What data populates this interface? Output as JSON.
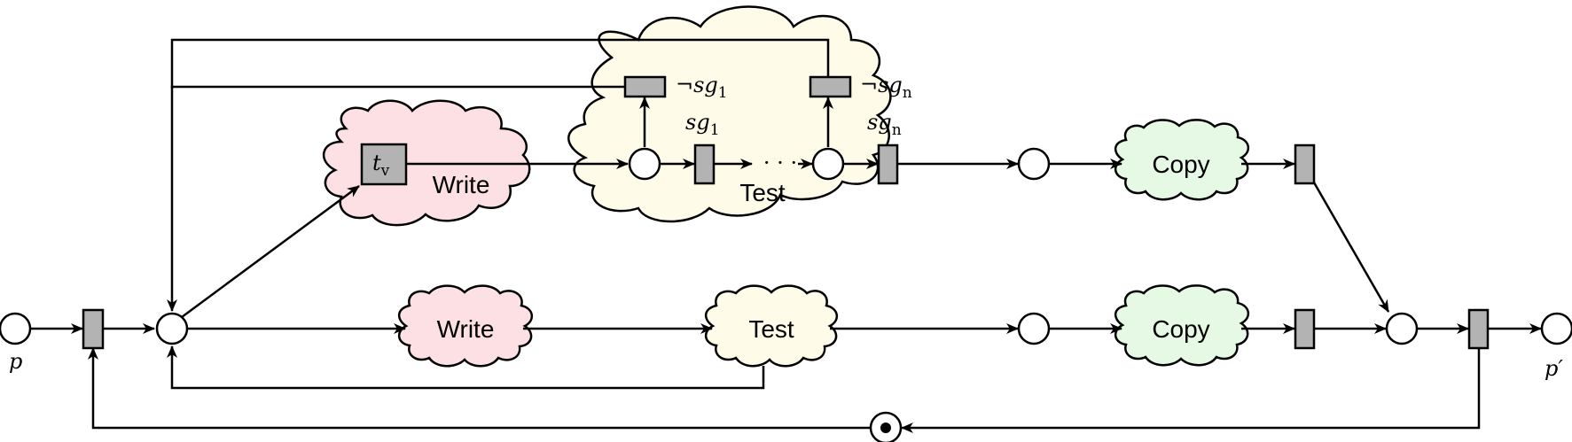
{
  "colors": {
    "write_fill": "#fde0e3",
    "test_fill": "#fefbe9",
    "copy_fill": "#e5f9e4",
    "transition_fill": "#b3b3b3",
    "line": "#000000"
  },
  "labels": {
    "upper_write": "Write",
    "upper_test": "Test",
    "upper_copy": "Copy",
    "lower_write": "Write",
    "lower_test": "Test",
    "lower_copy": "Copy",
    "tv_main": "t",
    "tv_sub": "v",
    "sg1_main": "sg",
    "sg1_sub": "1",
    "sgn_main": "sg",
    "sgn_sub": "n",
    "neg_sg1_not": "¬",
    "neg_sg1_main": "sg",
    "neg_sg1_sub": "1",
    "neg_sgn_not": "¬",
    "neg_sgn_main": "sg",
    "neg_sgn_sub": "n",
    "ellipsis": "· · ·",
    "p": "p",
    "p_prime": "p′"
  }
}
